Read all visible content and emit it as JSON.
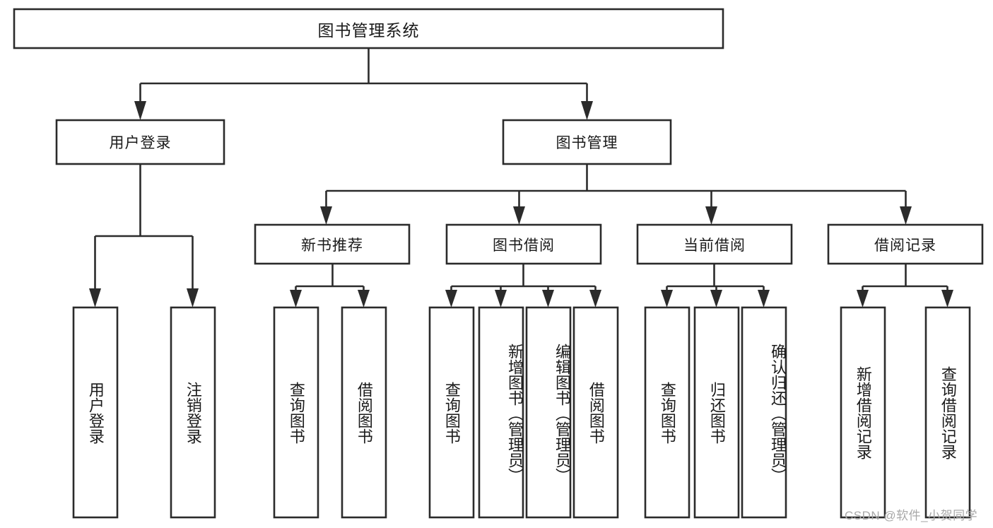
{
  "diagram": {
    "type": "tree",
    "title": "图书管理系统",
    "orientation": "top-down",
    "style": {
      "box_fill": "#ffffff",
      "box_stroke": "#2b2b2b",
      "text_color": "#1a1a1a",
      "background": "#ffffff"
    },
    "levels": [
      {
        "level": 0,
        "nodes": [
          {
            "id": "root",
            "label": "图书管理系统",
            "orientation": "horizontal"
          }
        ]
      },
      {
        "level": 1,
        "nodes": [
          {
            "id": "login",
            "label": "用户登录",
            "parent": "root",
            "orientation": "horizontal"
          },
          {
            "id": "bookmgmt",
            "label": "图书管理",
            "parent": "root",
            "orientation": "horizontal"
          }
        ]
      },
      {
        "level": 2,
        "nodes": [
          {
            "id": "newbook",
            "label": "新书推荐",
            "parent": "bookmgmt",
            "orientation": "horizontal"
          },
          {
            "id": "borrow",
            "label": "图书借阅",
            "parent": "bookmgmt",
            "orientation": "horizontal"
          },
          {
            "id": "current",
            "label": "当前借阅",
            "parent": "bookmgmt",
            "orientation": "horizontal"
          },
          {
            "id": "records",
            "label": "借阅记录",
            "parent": "bookmgmt",
            "orientation": "horizontal"
          }
        ]
      },
      {
        "level": 3,
        "nodes": [
          {
            "id": "leaf1",
            "label": "用户登录",
            "parent": "login",
            "orientation": "vertical"
          },
          {
            "id": "leaf2",
            "label": "注销登录",
            "parent": "login",
            "orientation": "vertical"
          },
          {
            "id": "leaf3",
            "label": "查询图书",
            "parent": "newbook",
            "orientation": "vertical"
          },
          {
            "id": "leaf4",
            "label": "借阅图书",
            "parent": "newbook",
            "orientation": "vertical"
          },
          {
            "id": "leaf5",
            "label": "查询图书",
            "parent": "borrow",
            "orientation": "vertical"
          },
          {
            "id": "leaf6",
            "label": "新增图书（管理员）",
            "parent": "borrow",
            "orientation": "vertical"
          },
          {
            "id": "leaf7",
            "label": "编辑图书（管理员）",
            "parent": "borrow",
            "orientation": "vertical"
          },
          {
            "id": "leaf8",
            "label": "借阅图书",
            "parent": "borrow",
            "orientation": "vertical"
          },
          {
            "id": "leaf9",
            "label": "查询图书",
            "parent": "current",
            "orientation": "vertical"
          },
          {
            "id": "leaf10",
            "label": "归还图书",
            "parent": "current",
            "orientation": "vertical"
          },
          {
            "id": "leaf11",
            "label": "确认归还（管理员）",
            "parent": "current",
            "orientation": "vertical"
          },
          {
            "id": "leaf12",
            "label": "新增借阅记录",
            "parent": "records",
            "orientation": "vertical"
          },
          {
            "id": "leaf13",
            "label": "查询借阅记录",
            "parent": "records",
            "orientation": "vertical"
          }
        ]
      }
    ]
  },
  "watermark": {
    "text": "CSDN @软件_小贺同学"
  }
}
